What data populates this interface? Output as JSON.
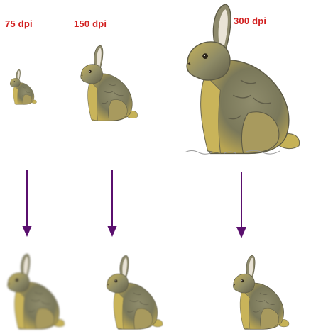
{
  "resolutions": [
    {
      "label": "75 dpi"
    },
    {
      "label": "150 dpi"
    },
    {
      "label": "300 dpi"
    }
  ],
  "colors": {
    "label": "#d21f1f",
    "arrow": "#5a0f6e",
    "fur_light": "#c9b45a",
    "fur_dark": "#7c7a5c",
    "fur_shadow": "#5d5a45",
    "belly": "#d9c779",
    "ear_inner": "#e9e3d6"
  },
  "icons": [
    "rabbit-icon",
    "arrow-down-icon"
  ]
}
